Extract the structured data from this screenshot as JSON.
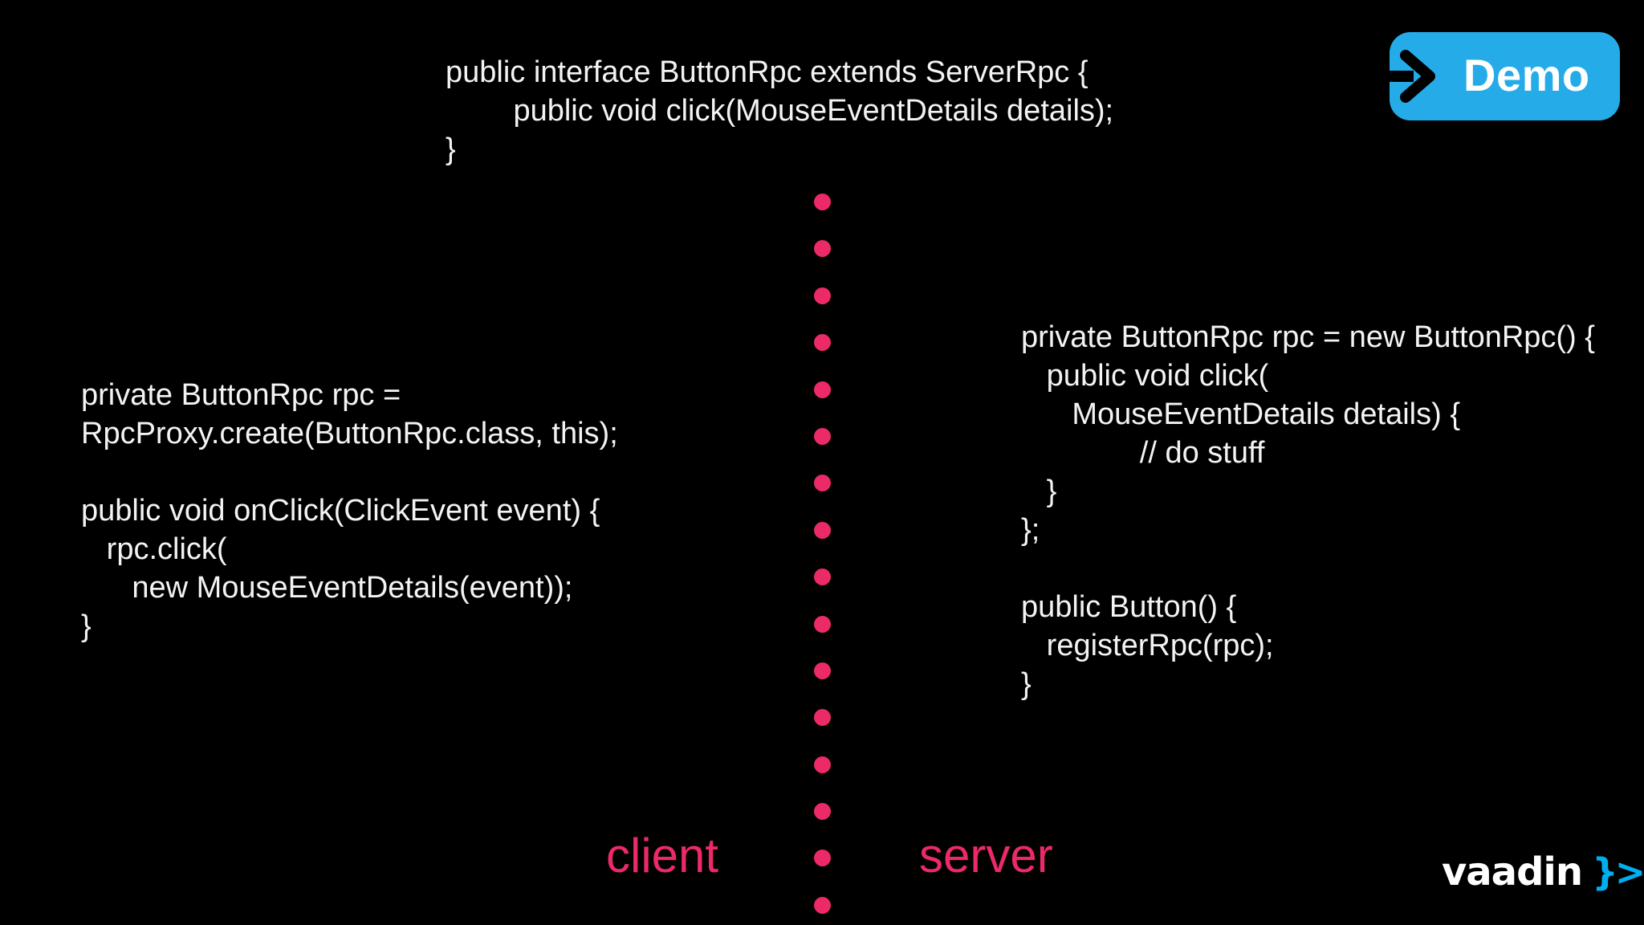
{
  "slide": {
    "background": "#000000",
    "code_text_color": "#F3F3F3",
    "accent_pink": "#EC2A68",
    "accent_cyan": "#25ACE8",
    "logo_cyan": "#00AEEF"
  },
  "interface_code": {
    "lines": [
      "public interface ButtonRpc extends ServerRpc {",
      "        public void click(MouseEventDetails details);",
      "}"
    ]
  },
  "client_code": {
    "lines": [
      "private ButtonRpc rpc =",
      "RpcProxy.create(ButtonRpc.class, this);",
      "",
      "public void onClick(ClickEvent event) {",
      "   rpc.click(",
      "      new MouseEventDetails(event));",
      "}"
    ]
  },
  "server_code": {
    "lines": [
      "private ButtonRpc rpc = new ButtonRpc() {",
      "   public void click(",
      "      MouseEventDetails details) {",
      "              // do stuff",
      "   }",
      "};",
      "",
      "public Button() {",
      "   registerRpc(rpc);",
      "}"
    ]
  },
  "divider": {
    "dot_count": 16,
    "color": "#EC2A68"
  },
  "labels": {
    "client": "client",
    "server": "server"
  },
  "demo_button": {
    "label": "Demo",
    "background": "#25ACE8",
    "arrow_icon": "right-arrow"
  },
  "logo": {
    "wordmark": "vaadin",
    "symbol": "}>"
  }
}
